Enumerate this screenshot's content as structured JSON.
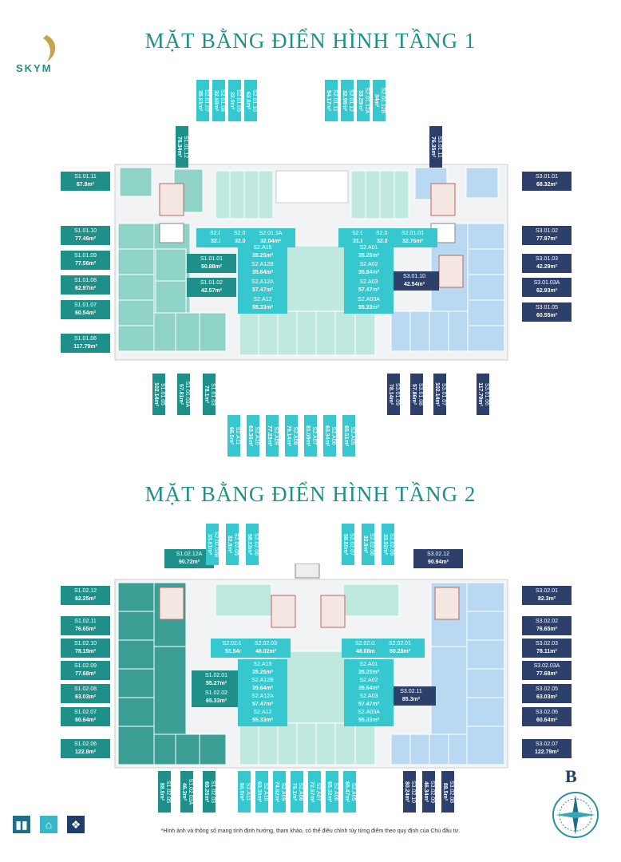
{
  "brand": {
    "logo_text": "SKYM"
  },
  "floor1": {
    "title": "MẶT BẰNG ĐIỂN HÌNH TẦNG  1",
    "left": [
      {
        "code": "S1.01.11",
        "area": "67.9m²"
      },
      {
        "code": "S1.01.10",
        "area": "77.46m²"
      },
      {
        "code": "S1.01.09",
        "area": "77.56m²"
      },
      {
        "code": "S1.01.08",
        "area": "62.97m²"
      },
      {
        "code": "S1.01.07",
        "area": "60.54m²"
      },
      {
        "code": "S1.01.06",
        "area": "117.79m²"
      }
    ],
    "left_inner": [
      {
        "code": "S1.01.01",
        "area": "50.88m²"
      },
      {
        "code": "S1.01.02",
        "area": "42.57m²"
      }
    ],
    "s112": {
      "code": "S1.01.12",
      "area": "76.34m²"
    },
    "top_left": [
      {
        "code": "S2.01.07",
        "area": "35.61m²"
      },
      {
        "code": "S2.01.08",
        "area": "32.68m²"
      },
      {
        "code": "S2.01.09",
        "area": "32.9m²"
      },
      {
        "code": "S2.01.10",
        "area": "63.8m²"
      }
    ],
    "top_right": [
      {
        "code": "S2.01.11",
        "area": "54.17m²"
      },
      {
        "code": "S2.01.12",
        "area": "32.96m²"
      },
      {
        "code": "S2.01.12A",
        "area": "33.29m²"
      },
      {
        "code": "S2.01.12B",
        "area": "34m²"
      }
    ],
    "s311": {
      "code": "S3.01.11",
      "area": "76.35m²"
    },
    "right": [
      {
        "code": "S3.01.01",
        "area": "68.32m²"
      },
      {
        "code": "S3.01.02",
        "area": "77.97m²"
      },
      {
        "code": "S3.01.03",
        "area": "42.29m²"
      },
      {
        "code": "S3.01.03A",
        "area": "62.93m²"
      },
      {
        "code": "S3.01.05",
        "area": "60.55m²"
      }
    ],
    "right_inner": {
      "code": "S3.01.10",
      "area": "42.54m²"
    },
    "center_row": [
      {
        "code": "S2.01.06",
        "area": "32.76m²"
      },
      {
        "code": "S2.01.05",
        "area": "32.05m²"
      },
      {
        "code": "S2.01.3A",
        "area": "32.04m²"
      },
      {
        "code": "S2.01.03",
        "area": "31.65m²"
      },
      {
        "code": "S2.01.02",
        "area": "32.05m²"
      },
      {
        "code": "S2.01.01",
        "area": "32.76m²"
      }
    ],
    "center_left": [
      {
        "code": "S2.A15",
        "area": "35.25m²"
      },
      {
        "code": "S2.A12B",
        "area": "35.64m²"
      },
      {
        "code": "S2.A12A",
        "area": "57.47m²"
      },
      {
        "code": "S2.A12",
        "area": "55.33m²"
      }
    ],
    "center_right": [
      {
        "code": "S2.A01",
        "area": "35.25m²"
      },
      {
        "code": "S2.A02",
        "area": "35.64m²"
      },
      {
        "code": "S2.A03",
        "area": "57.47m²"
      },
      {
        "code": "S2.A03A",
        "area": "55.33m²"
      }
    ],
    "bottom_left": [
      {
        "code": "S1.01.05",
        "area": "102.14m²"
      },
      {
        "code": "S1.01.03A",
        "area": "57.81m²"
      },
      {
        "code": "S1.01.03",
        "area": "78.1m²"
      }
    ],
    "bottom_center": [
      {
        "code": "S2.A11",
        "area": "66.5m²"
      },
      {
        "code": "S2.A10",
        "area": "63.36m²"
      },
      {
        "code": "S2.A09",
        "area": "77.23m²"
      },
      {
        "code": "S2.A08",
        "area": "76.14m²"
      },
      {
        "code": "S2.A07",
        "area": "81.09m²"
      },
      {
        "code": "S2.A06",
        "area": "63.34m²"
      },
      {
        "code": "S2.A05",
        "area": "65.51m²"
      }
    ],
    "bottom_right": [
      {
        "code": "S3.01.09",
        "area": "78.14m²"
      },
      {
        "code": "S3.01.08",
        "area": "57.86m²"
      },
      {
        "code": "S3.01.07",
        "area": "102.14m²"
      },
      {
        "code": "S3.01.06",
        "area": "117.79m²"
      }
    ]
  },
  "floor2": {
    "title": "MẶT BẰNG ĐIỂN HÌNH TẦNG 2",
    "left": [
      {
        "code": "S1.02.12",
        "area": "62.25m²"
      },
      {
        "code": "S1.02.11",
        "area": "76.65m²"
      },
      {
        "code": "S1.02.10",
        "area": "78.19m²"
      },
      {
        "code": "S1.02.09",
        "area": "77.68m²"
      },
      {
        "code": "S1.02.08",
        "area": "63.03m²"
      },
      {
        "code": "S1.02.07",
        "area": "60.64m²"
      },
      {
        "code": "S1.02.06",
        "area": "122.8m²"
      }
    ],
    "left_inner": [
      {
        "code": "S1.02.01",
        "area": "55.27m²"
      },
      {
        "code": "S1.02.02",
        "area": "65.33m²"
      }
    ],
    "s12a": {
      "code": "S1.02.12A",
      "area": "90.72m²"
    },
    "s312": {
      "code": "S3.02.12",
      "area": "90.94m²"
    },
    "top_left": [
      {
        "code": "S2.02.03B",
        "area": "33.61m²"
      },
      {
        "code": "S2.02.05",
        "area": "32.8m²"
      },
      {
        "code": "S2.02.06",
        "area": "58.23m²"
      }
    ],
    "top_right": [
      {
        "code": "S2.02.07",
        "area": "58.89m²"
      },
      {
        "code": "S2.02.08",
        "area": "32.8m²"
      },
      {
        "code": "S2.02.09",
        "area": "33.92m²"
      }
    ],
    "right": [
      {
        "code": "S3.02.01",
        "area": "82.3m²"
      },
      {
        "code": "S3.02.02",
        "area": "76.65m²"
      },
      {
        "code": "S3.02.03",
        "area": "78.11m²"
      },
      {
        "code": "S3.02.03A",
        "area": "77.68m²"
      },
      {
        "code": "S3.02.05",
        "area": "63.03m²"
      },
      {
        "code": "S3.02.06",
        "area": "60.64m²"
      },
      {
        "code": "S3.02.07",
        "area": "122.79m²"
      }
    ],
    "right_inner": {
      "code": "S3.02.11",
      "area": "85.3m²"
    },
    "center_row": [
      {
        "code": "S2.02.03A",
        "area": "51.54m²"
      },
      {
        "code": "S2.02.03",
        "area": "48.02m²"
      },
      {
        "code": "S2.02.02",
        "area": "48.08m²"
      },
      {
        "code": "S2.02.01",
        "area": "50.28m²"
      }
    ],
    "center_left": [
      {
        "code": "S2.A15",
        "area": "35.25m²"
      },
      {
        "code": "S2.A12B",
        "area": "35.64m²"
      },
      {
        "code": "S2.A12A",
        "area": "57.47m²"
      },
      {
        "code": "S2.A12",
        "area": "55.33m²"
      }
    ],
    "center_right": [
      {
        "code": "S2.A01",
        "area": "35.25m²"
      },
      {
        "code": "S2.A02",
        "area": "35.64m²"
      },
      {
        "code": "S2.A03",
        "area": "57.47m²"
      },
      {
        "code": "S2.A03A",
        "area": "55.33m²"
      }
    ],
    "bottom_left": [
      {
        "code": "S1.02.05",
        "area": "88.5m²"
      },
      {
        "code": "S1.02.03A",
        "area": "46.3m²"
      },
      {
        "code": "S1.02.03",
        "area": "60.26m²"
      }
    ],
    "bottom_center": [
      {
        "code": "S2.A11",
        "area": "66.5m²"
      },
      {
        "code": "S2.A10",
        "area": "63.36m²"
      },
      {
        "code": "S2.A09",
        "area": "74.62m²"
      },
      {
        "code": "S2.A08",
        "area": "76.1m²"
      },
      {
        "code": "S2.A07",
        "area": "72.57m²"
      },
      {
        "code": "S2.A06",
        "area": "65.32m²"
      },
      {
        "code": "S2.A05",
        "area": "65.47m²"
      }
    ],
    "bottom_right": [
      {
        "code": "S3.02.10",
        "area": "80.24m²"
      },
      {
        "code": "S3.02.09",
        "area": "46.34m²"
      },
      {
        "code": "S3.02.08",
        "area": "88.5m²"
      }
    ]
  },
  "block_letter": "B",
  "footnote": "*Hình ảnh và thông số mang tính định hướng, tham khảo, có thể điều chỉnh tùy từng điểm theo quy định của Chủ đầu tư.",
  "colors": {
    "teal": "#1f8f8a",
    "cyan": "#37c7cf",
    "navy": "#2d3f6b",
    "unit_teal": "#8fd2c6",
    "unit_mint": "#bfe9df",
    "unit_blue": "#b9d8f2"
  }
}
